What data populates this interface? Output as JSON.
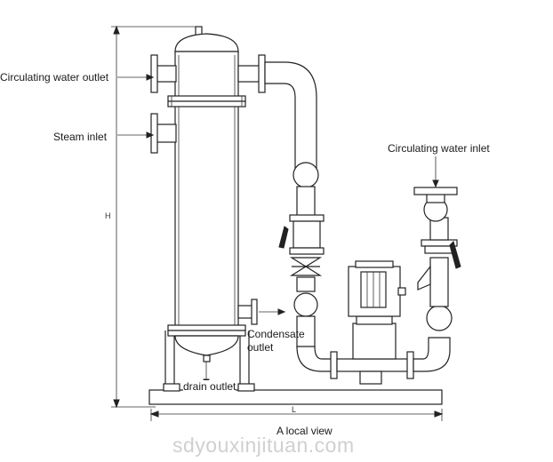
{
  "labels": {
    "circulating_water_outlet": "Circulating water outlet",
    "steam_inlet": "Steam inlet",
    "circulating_water_inlet": "Circulating water inlet",
    "condensate": "Condensate",
    "condensate_outlet": "outlet",
    "drain_outlet": "drain outlet",
    "local_view": "A local view"
  },
  "dimensions": {
    "height": "H",
    "length": "L"
  },
  "watermark": "sdyouxinjituan.com",
  "colors": {
    "line": "#222222",
    "watermark": "#d0d0d0"
  }
}
